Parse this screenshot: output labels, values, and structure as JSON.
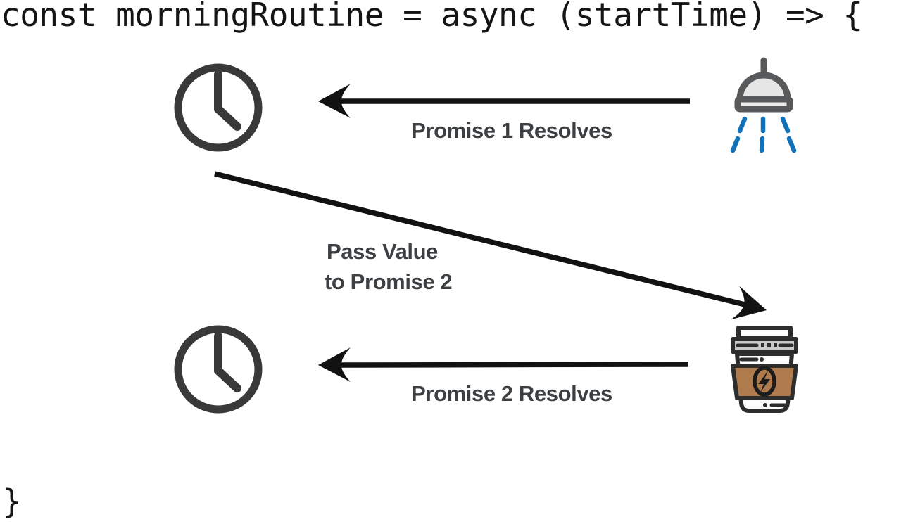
{
  "code": {
    "open_line": "const morningRoutine = async (startTime) => {",
    "close_line": "}"
  },
  "diagram": {
    "title_implicit": "async promise chain: shower then coffee",
    "arrows": [
      {
        "id": "promise-1-resolves",
        "label": "Promise 1 Resolves",
        "from": "shower-head-icon",
        "to": "clock-icon-1",
        "direction": "left"
      },
      {
        "id": "pass-value-to-promise-2",
        "label_line1": "Pass Value",
        "label_line2": "to Promise 2",
        "from": "clock-icon-1",
        "to": "coffee-cup-icon",
        "direction": "down-right"
      },
      {
        "id": "promise-2-resolves",
        "label": "Promise 2 Resolves",
        "from": "coffee-cup-icon",
        "to": "clock-icon-2",
        "direction": "left"
      }
    ],
    "icons": [
      {
        "name": "clock-icon",
        "role": "time of promise 1 resolution"
      },
      {
        "name": "shower-head-icon",
        "role": "promise 1 (shower)"
      },
      {
        "name": "clock-icon",
        "role": "time of promise 2 resolution"
      },
      {
        "name": "coffee-cup-icon",
        "role": "promise 2 (coffee)"
      }
    ]
  },
  "colors": {
    "background": "#ffffff",
    "code_text": "#151515",
    "label_text": "#3d4043",
    "arrow": "#121212",
    "clock": "#393939",
    "shower_metal": "#58595b",
    "shower_fill": "#e6e6e6",
    "plate_fill": "#ececec",
    "water_blue": "#1272b9",
    "cup_outline": "#2d2d2d",
    "cup_fill": "#fdfdfd",
    "lid_gray": "#c9c9c9",
    "sleeve_brown": "#b17c4d",
    "bean_dark": "#1b1b1b"
  }
}
